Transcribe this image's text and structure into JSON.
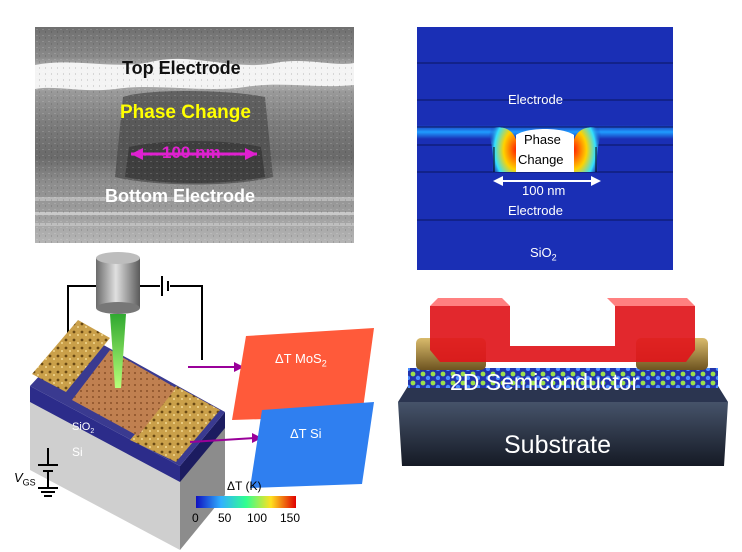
{
  "sem_panel": {
    "top_electrode": "Top Electrode",
    "phase_change": "Phase Change",
    "scale": "100 nm",
    "bottom_electrode": "Bottom Electrode"
  },
  "sim_panel": {
    "electrode_top": "Electrode",
    "phase_change_line1": "Phase",
    "phase_change_line2": "Change",
    "scale": "100 nm",
    "electrode_bottom": "Electrode",
    "substrate": "SiO",
    "substrate_sub": "2"
  },
  "device_panel": {
    "sio2": "SiO",
    "sio2_sub": "2",
    "si": "Si",
    "vgs": "V",
    "vgs_sub": "GS",
    "map_mos2": "ΔT MoS",
    "map_mos2_sub": "2",
    "map_si": "ΔT Si",
    "colorbar_title": "ΔT (K)",
    "colorbar_ticks": [
      "0",
      "50",
      "100",
      "150"
    ]
  },
  "transistor_panel": {
    "channel": "2D Semiconductor",
    "substrate": "Substrate"
  },
  "colors": {
    "sim_background": "#1a2fb5",
    "pcm_hot": "#ff1a00",
    "contact_gold": "#b08a3a",
    "gate_red": "#e0161b",
    "magenta_arrow": "#e020d0"
  }
}
